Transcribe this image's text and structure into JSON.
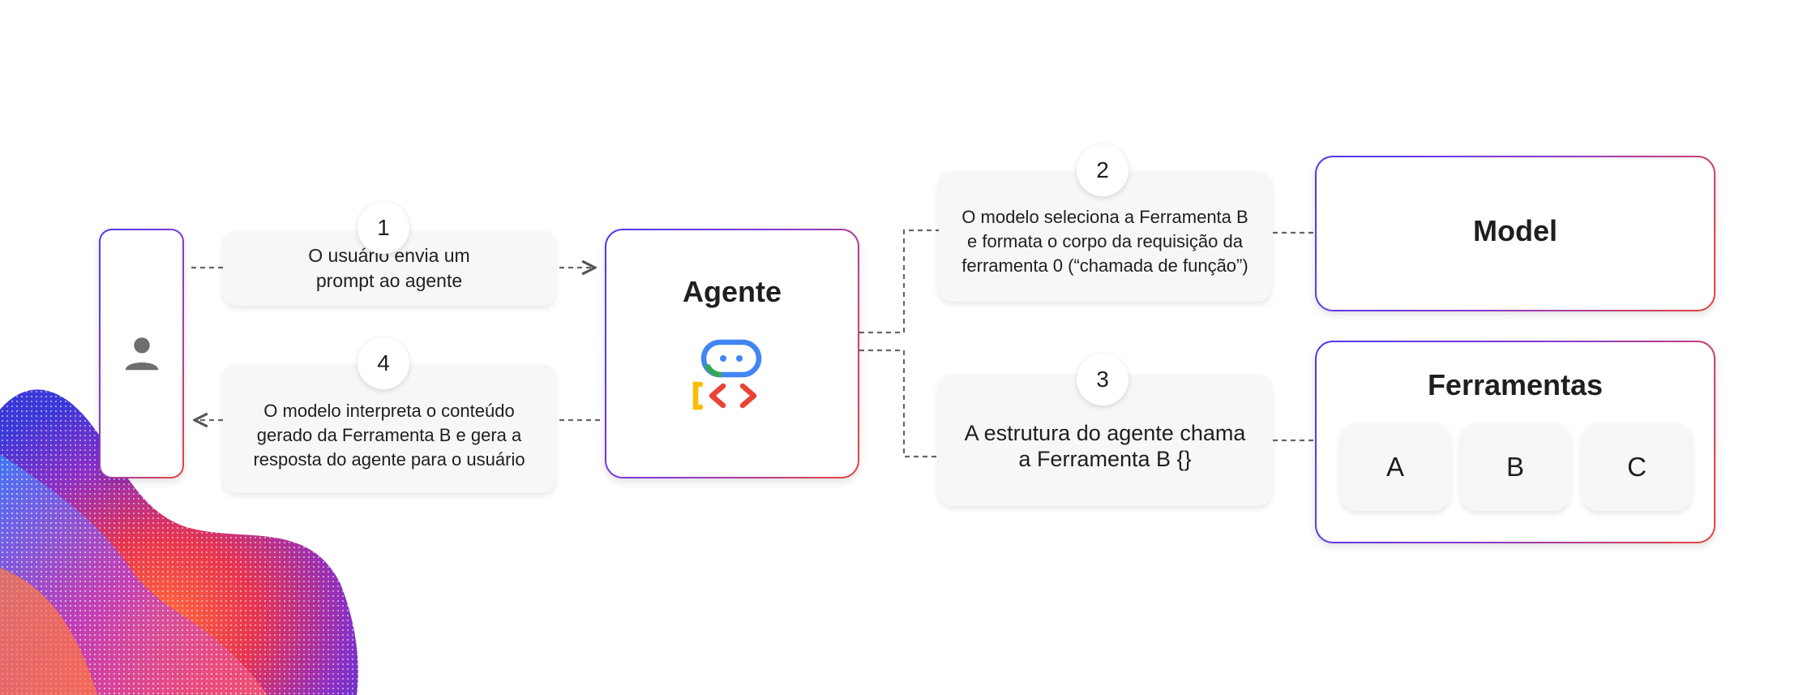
{
  "agent": {
    "title": "Agente",
    "icon": "agent-robot-code-icon"
  },
  "model": {
    "title": "Model"
  },
  "tools": {
    "title": "Ferramentas",
    "items": [
      "A",
      "B",
      "C"
    ]
  },
  "user": {
    "icon": "user-person-icon"
  },
  "steps": [
    {
      "number": "1",
      "lines": [
        "O usuário envia um",
        "prompt ao agente"
      ]
    },
    {
      "number": "2",
      "lines": [
        "O modelo seleciona a Ferramenta B",
        "e formata o corpo da requisição da",
        "ferramenta 0 (“chamada de função”)"
      ]
    },
    {
      "number": "3",
      "lines": [
        "A estrutura do agente chama",
        "a Ferramenta B {}"
      ]
    },
    {
      "number": "4",
      "lines": [
        "O modelo interpreta o conteúdo",
        "gerado da Ferramenta B e gera a",
        "resposta do agente para o usuário"
      ]
    }
  ],
  "colors": {
    "gradient_start": "#4a3cf0",
    "gradient_end": "#e8453a",
    "icon_blue": "#4285f4",
    "icon_green": "#34a853",
    "icon_yellow": "#fbbc04",
    "icon_red": "#ea4335"
  }
}
